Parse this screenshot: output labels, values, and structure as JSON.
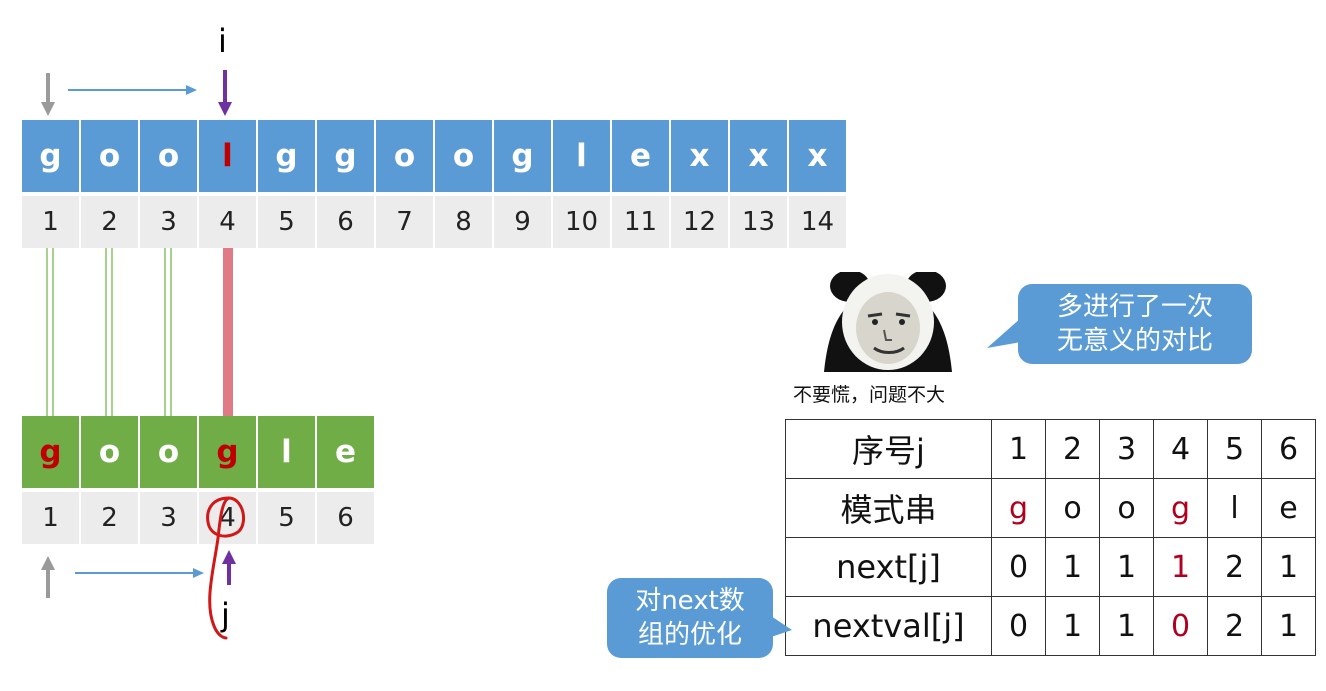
{
  "pointers": {
    "i_label": "i",
    "j_label": "j"
  },
  "main_string": {
    "chars": [
      "g",
      "o",
      "o",
      "l",
      "g",
      "g",
      "o",
      "o",
      "g",
      "l",
      "e",
      "x",
      "x",
      "x"
    ],
    "indices": [
      "1",
      "2",
      "3",
      "4",
      "5",
      "6",
      "7",
      "8",
      "9",
      "10",
      "11",
      "12",
      "13",
      "14"
    ],
    "mismatch_index": 3
  },
  "pattern": {
    "chars": [
      "g",
      "o",
      "o",
      "g",
      "l",
      "e"
    ],
    "indices": [
      "1",
      "2",
      "3",
      "4",
      "5",
      "6"
    ],
    "red_chars": [
      0,
      3
    ]
  },
  "meme": {
    "caption": "不要慌，问题不大"
  },
  "speech_bubble": {
    "line1": "多进行了一次",
    "line2": "无意义的对比"
  },
  "callout": {
    "line1": "对next数",
    "line2": "组的优化"
  },
  "table": {
    "rows": [
      {
        "header": "序号j",
        "values": [
          "1",
          "2",
          "3",
          "4",
          "5",
          "6"
        ]
      },
      {
        "header": "模式串",
        "values": [
          "g",
          "o",
          "o",
          "g",
          "l",
          "e"
        ]
      },
      {
        "header": "next[j]",
        "values": [
          "0",
          "1",
          "1",
          "1",
          "2",
          "1"
        ]
      },
      {
        "header": "nextval[j]",
        "values": [
          "0",
          "1",
          "1",
          "0",
          "2",
          "1"
        ]
      }
    ]
  },
  "colors": {
    "main_fill": "#5b9bd5",
    "pattern_fill": "#70ad47",
    "index_fill": "#ececec",
    "match_line": "#a9d18e",
    "mismatch_line": "#e07a86",
    "pointer_purple": "#7030a0",
    "highlight_red": "#c00000"
  }
}
